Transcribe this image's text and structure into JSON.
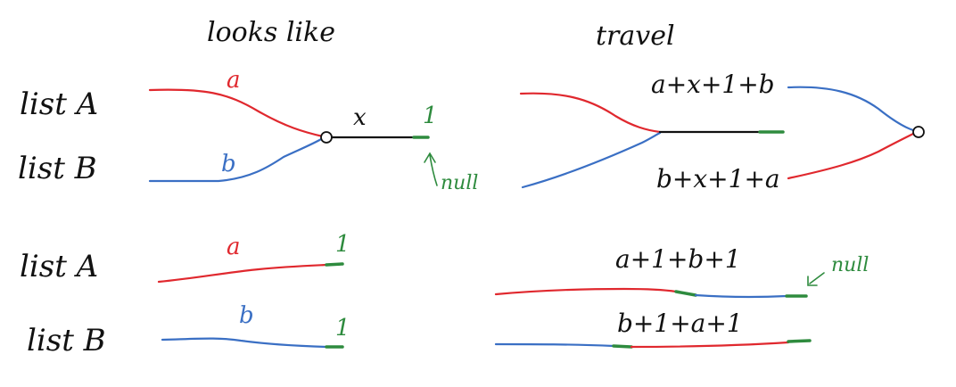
{
  "headers": {
    "left": "looks like",
    "right": "travel"
  },
  "labels": {
    "list_a_top": "list A",
    "list_b_top": "list B",
    "list_a_bottom": "list A",
    "list_b_bottom": "list B"
  },
  "top_left": {
    "a": "a",
    "b": "b",
    "x": "x",
    "one": "1",
    "null": "null"
  },
  "top_right": {
    "path_a": "a+x+1+b",
    "path_b": "b+x+1+a"
  },
  "bottom_left": {
    "a": "a",
    "b": "b",
    "one_a": "1",
    "one_b": "1"
  },
  "bottom_right": {
    "path_a": "a+1+b+1",
    "path_b": "b+1+a+1",
    "null": "null"
  },
  "colors": {
    "list_a": "#e0282e",
    "list_b": "#3a6fc4",
    "tail": "#2e8b3e",
    "shared": "#111111"
  }
}
